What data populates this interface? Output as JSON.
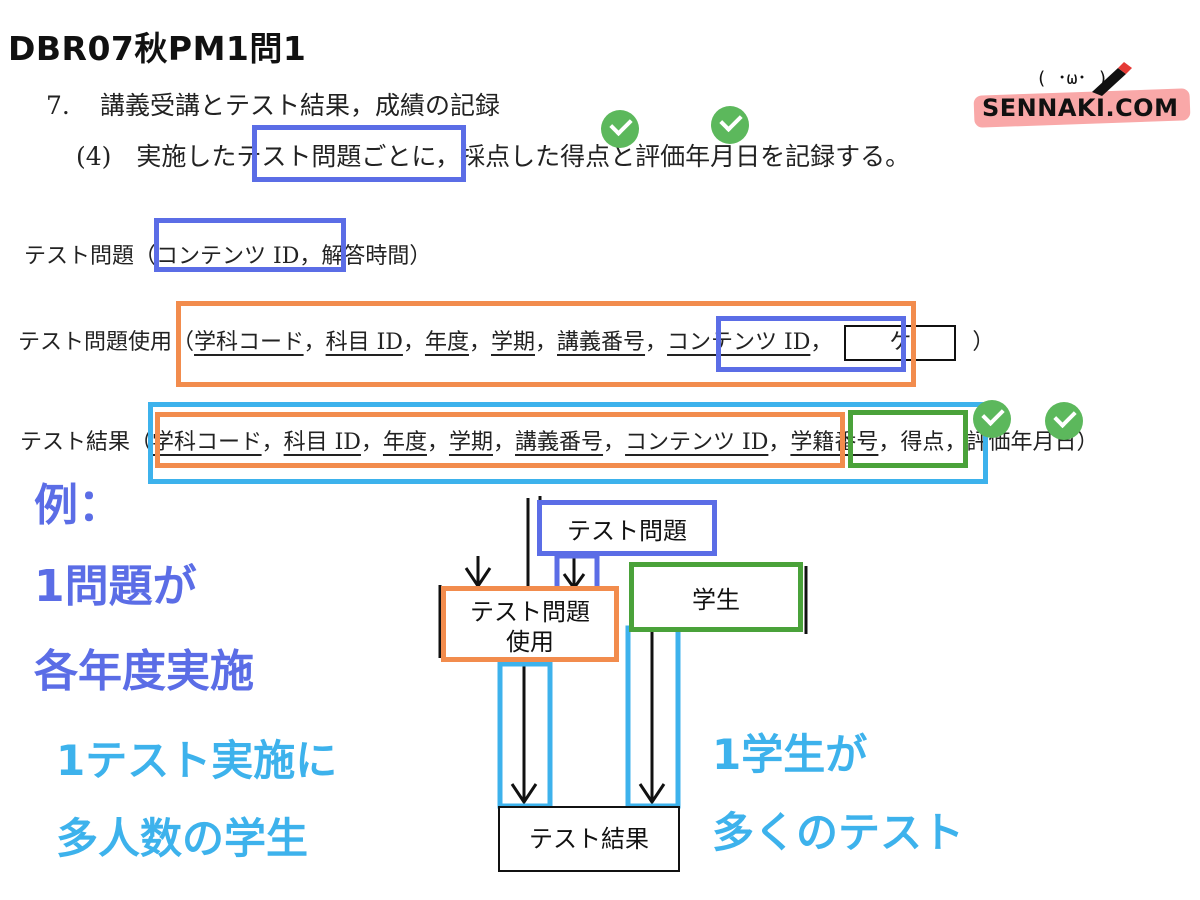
{
  "title": "DBR07秋PM1問1",
  "logo": {
    "text": "SENNAKI.COM",
    "face": "( ･ω･ )"
  },
  "document": {
    "section_number": "7.",
    "section_title": "講義受講とテスト結果，成績の記録",
    "requirement": "(4)　実施したテスト問題ごとに，採点した得点と評価年月日を記録する。",
    "relations": [
      {
        "name": "テスト問題",
        "open": "（",
        "attrs": [
          "コンテンツ ID",
          "解答時間"
        ],
        "key_count": 1,
        "close": "）"
      },
      {
        "name": "テスト問題使用",
        "open": "（",
        "attrs": [
          "学科コード",
          "科目 ID",
          "年度",
          "学期",
          "講義番号",
          "コンテンツ ID"
        ],
        "key_count": 6,
        "blank": "ケ",
        "close": "）"
      },
      {
        "name": "テスト結果",
        "open": "（",
        "attrs": [
          "学科コード",
          "科目 ID",
          "年度",
          "学期",
          "講義番号",
          "コンテンツ ID",
          "学籍番号",
          "得点",
          "評価年月日"
        ],
        "key_count": 7,
        "close": "）"
      }
    ]
  },
  "diagram": {
    "entities": [
      "テスト問題",
      "テスト問題使用",
      "学生",
      "テスト結果"
    ],
    "test_usage_lines": [
      "テスト問題",
      "使用"
    ]
  },
  "annotations": {
    "example_label": "例：",
    "example_lines": [
      "1問題が",
      "各年度実施"
    ],
    "left_note": [
      "1テスト実施に",
      "多人数の学生"
    ],
    "right_note": [
      "1学生が",
      "多くのテスト"
    ]
  },
  "colors": {
    "blue": "#5b6de6",
    "orange": "#f28c4d",
    "cyan": "#3db2ec",
    "green": "#4aa23a",
    "check": "#5cb85c",
    "logo_band": "#f9a8a8"
  },
  "icons": [
    "check-icon",
    "pen-icon"
  ]
}
